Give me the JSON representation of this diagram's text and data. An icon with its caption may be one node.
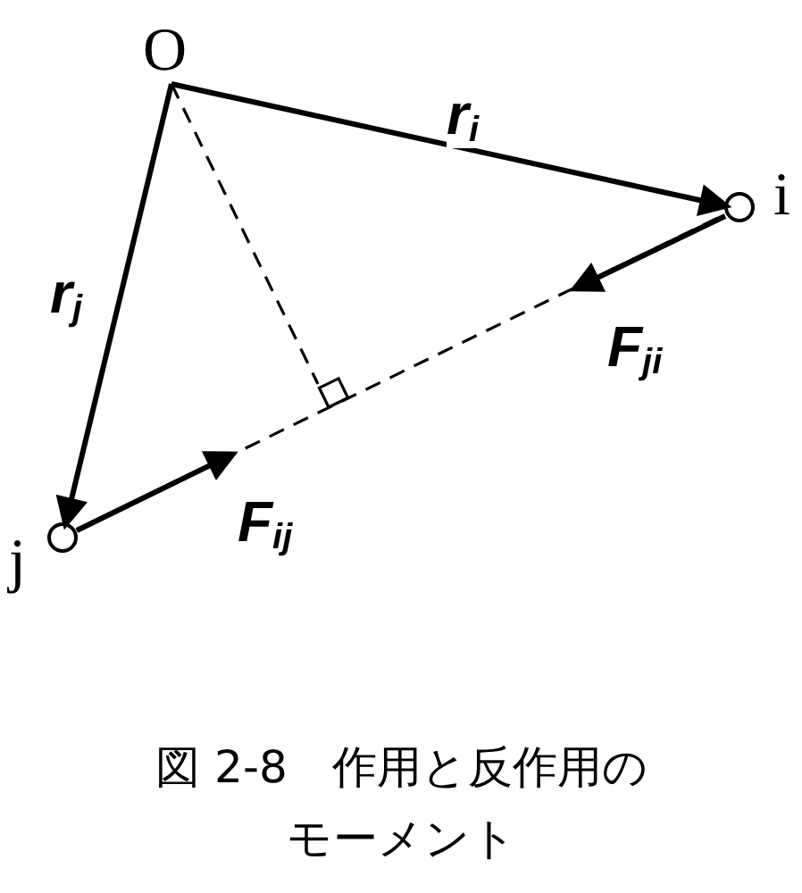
{
  "diagram": {
    "caption": "図 2-8　作用と反作用のモーメント",
    "nodes": [
      {
        "text": [
          "O"
        ]
      },
      {
        "text": [],
        "shape": "circle",
        "beside": [
          "i"
        ]
      },
      {
        "text": [],
        "shape": "circle",
        "beside": [
          "j"
        ]
      },
      {
        "text": [],
        "shape": "box"
      }
    ],
    "edges": [
      {
        "from": 0,
        "to": 1,
        "arrow": "to",
        "label": "r$_{i}$"
      },
      {
        "from": 0,
        "to": 2,
        "arrow": "to",
        "label": "r$_{j}$"
      },
      {
        "from": 1,
        "to": null,
        "arrow": "to",
        "label": "F$_{ji}$"
      },
      {
        "from": 2,
        "to": null,
        "arrow": "to",
        "label": "F$_{ij}$"
      },
      {
        "from": 2,
        "to": 1,
        "arrow": "none",
        "style": "dashed"
      },
      {
        "from": 0,
        "to": 3,
        "arrow": "none",
        "style": "dashed"
      }
    ]
  }
}
